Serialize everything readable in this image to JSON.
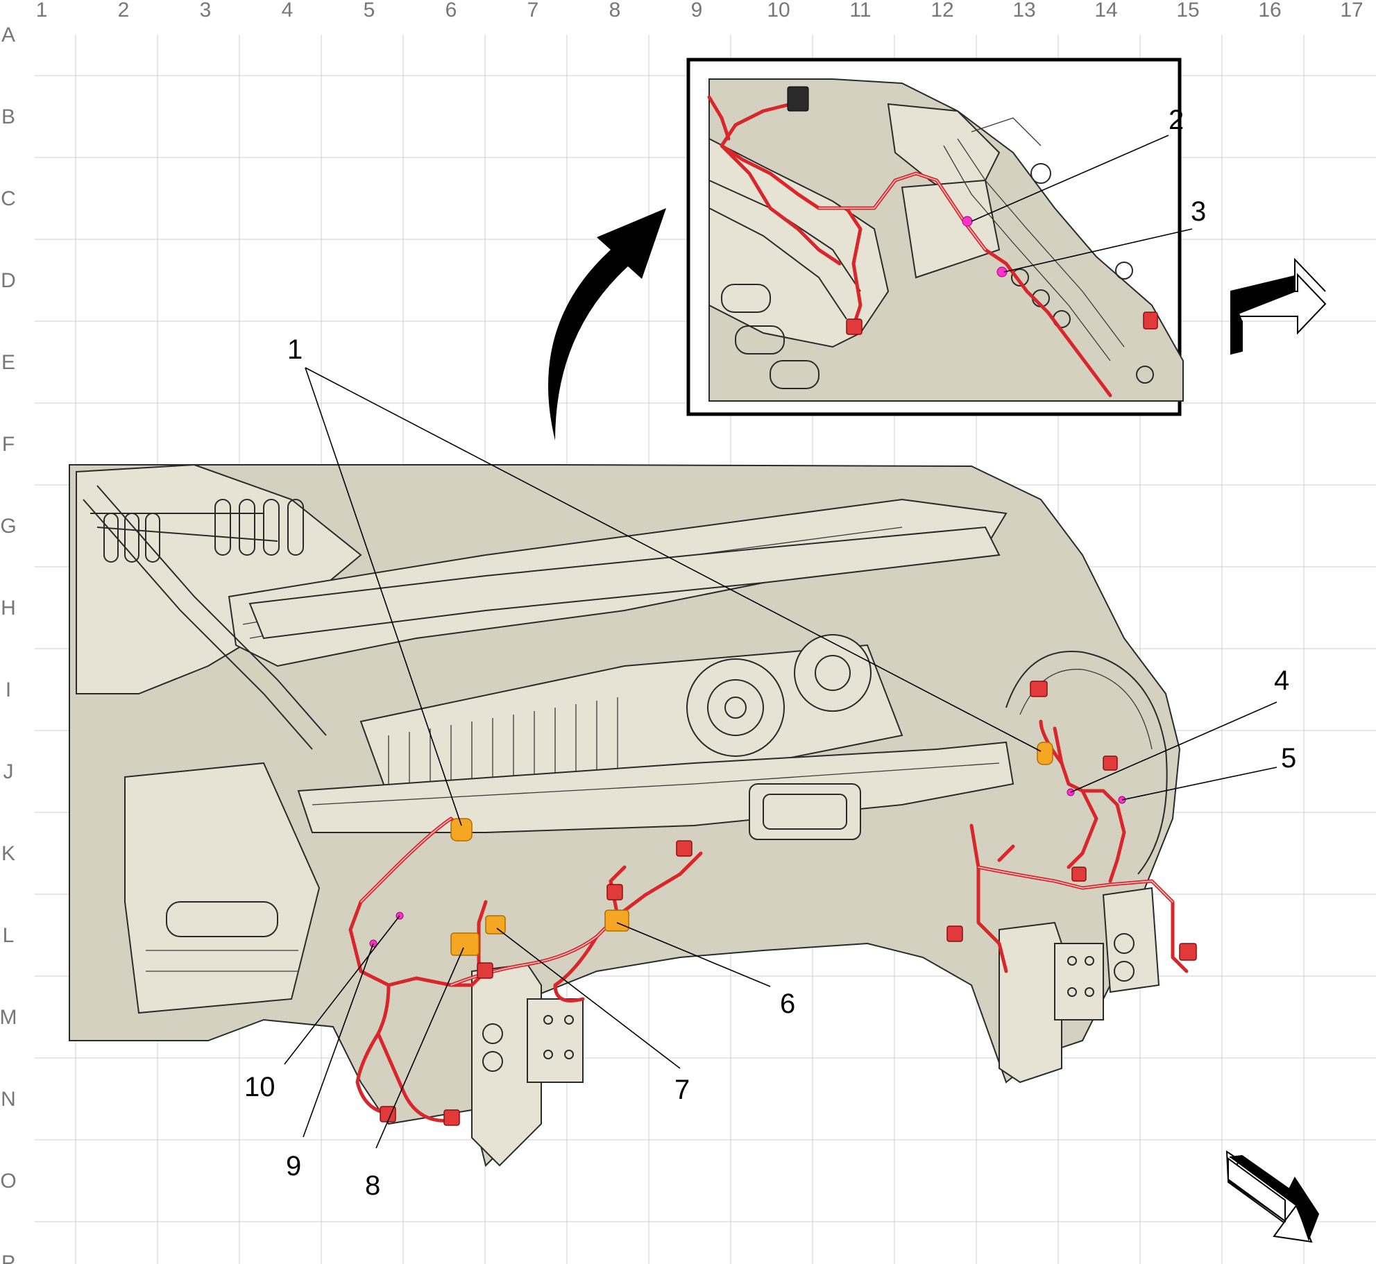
{
  "grid": {
    "columns": [
      "1",
      "2",
      "3",
      "4",
      "5",
      "6",
      "7",
      "8",
      "9",
      "10",
      "11",
      "12",
      "13",
      "14",
      "15",
      "16",
      "17"
    ],
    "rows": [
      "A",
      "B",
      "C",
      "D",
      "E",
      "F",
      "G",
      "H",
      "I",
      "J",
      "K",
      "L",
      "M",
      "N",
      "O",
      "P"
    ]
  },
  "callouts": [
    {
      "id": "1",
      "label": "1"
    },
    {
      "id": "2",
      "label": "2"
    },
    {
      "id": "3",
      "label": "3"
    },
    {
      "id": "4",
      "label": "4"
    },
    {
      "id": "5",
      "label": "5"
    },
    {
      "id": "6",
      "label": "6"
    },
    {
      "id": "7",
      "label": "7"
    },
    {
      "id": "8",
      "label": "8"
    },
    {
      "id": "9",
      "label": "9"
    },
    {
      "id": "10",
      "label": "10"
    }
  ],
  "colors": {
    "harness": "#d8262b",
    "body": "#d4d1c1",
    "connector_orange": "#f5a623",
    "splice_pink": "#ff33cc",
    "grid": "#cfcfcf"
  },
  "icons": [
    "curved-arrow-icon",
    "direction-arrow-icon",
    "forward-arrow-icon"
  ]
}
